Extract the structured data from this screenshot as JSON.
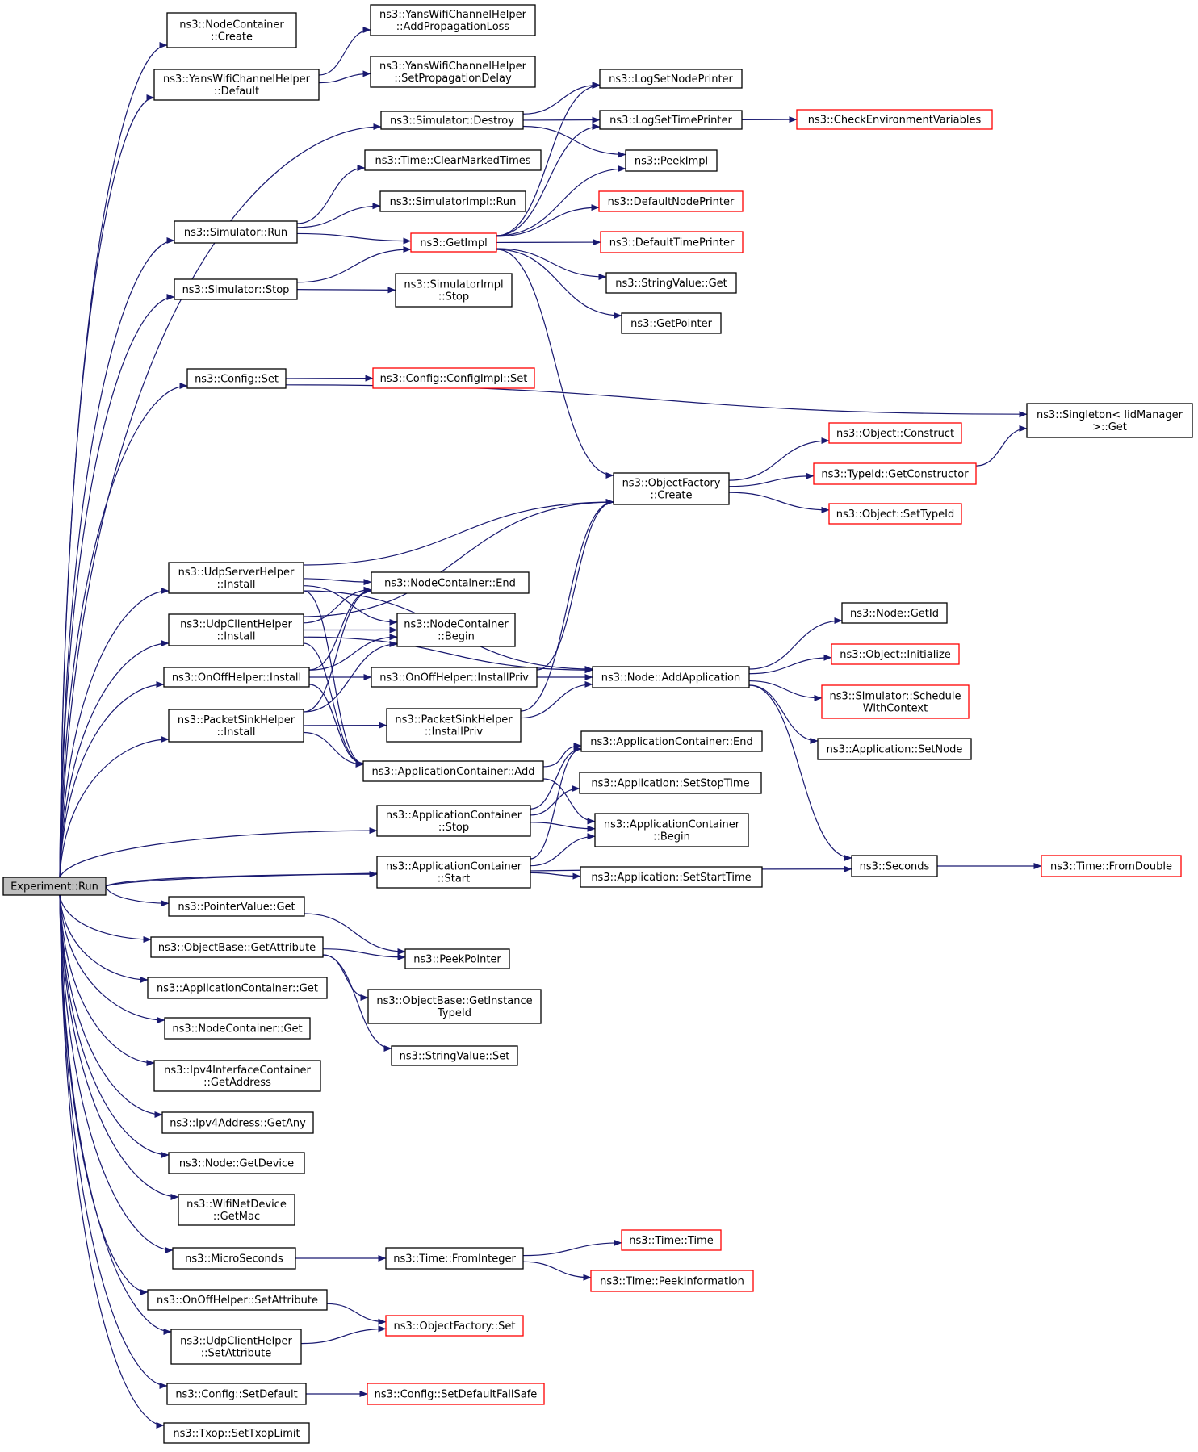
{
  "colors": {
    "edge": "#191970",
    "node_border": "#000000",
    "truncated_border": "#ff0000",
    "root_fill": "#bfbfbf",
    "node_fill": "#ffffff"
  },
  "nodes": [
    {
      "id": "root",
      "lines": [
        "Experiment::Run"
      ],
      "style": "root"
    },
    {
      "id": "nc_create",
      "lines": [
        "ns3::NodeContainer",
        "::Create"
      ],
      "style": "normal"
    },
    {
      "id": "ywch_default",
      "lines": [
        "ns3::YansWifiChannelHelper",
        "::Default"
      ],
      "style": "normal"
    },
    {
      "id": "ywch_addprop",
      "lines": [
        "ns3::YansWifiChannelHelper",
        "::AddPropagationLoss"
      ],
      "style": "normal"
    },
    {
      "id": "ywch_setprop",
      "lines": [
        "ns3::YansWifiChannelHelper",
        "::SetPropagationDelay"
      ],
      "style": "normal"
    },
    {
      "id": "sim_destroy",
      "lines": [
        "ns3::Simulator::Destroy"
      ],
      "style": "normal"
    },
    {
      "id": "logsetnodeprinter",
      "lines": [
        "ns3::LogSetNodePrinter"
      ],
      "style": "normal"
    },
    {
      "id": "logsettimeprinter",
      "lines": [
        "ns3::LogSetTimePrinter"
      ],
      "style": "normal"
    },
    {
      "id": "checkenv",
      "lines": [
        "ns3::CheckEnvironmentVariables"
      ],
      "style": "trunc"
    },
    {
      "id": "peekimpl",
      "lines": [
        "ns3::PeekImpl"
      ],
      "style": "normal"
    },
    {
      "id": "time_clearmarked",
      "lines": [
        "ns3::Time::ClearMarkedTimes"
      ],
      "style": "normal"
    },
    {
      "id": "simimpl_run",
      "lines": [
        "ns3::SimulatorImpl::Run"
      ],
      "style": "normal"
    },
    {
      "id": "sim_run",
      "lines": [
        "ns3::Simulator::Run"
      ],
      "style": "normal"
    },
    {
      "id": "getimpl",
      "lines": [
        "ns3::GetImpl"
      ],
      "style": "trunc"
    },
    {
      "id": "defaultnodeprinter",
      "lines": [
        "ns3::DefaultNodePrinter"
      ],
      "style": "trunc"
    },
    {
      "id": "defaulttimeprinter",
      "lines": [
        "ns3::DefaultTimePrinter"
      ],
      "style": "trunc"
    },
    {
      "id": "stringvalue_get",
      "lines": [
        "ns3::StringValue::Get"
      ],
      "style": "normal"
    },
    {
      "id": "getpointer",
      "lines": [
        "ns3::GetPointer"
      ],
      "style": "normal"
    },
    {
      "id": "sim_stop",
      "lines": [
        "ns3::Simulator::Stop"
      ],
      "style": "normal"
    },
    {
      "id": "simimpl_stop",
      "lines": [
        "ns3::SimulatorImpl",
        "::Stop"
      ],
      "style": "normal"
    },
    {
      "id": "config_set",
      "lines": [
        "ns3::Config::Set"
      ],
      "style": "normal"
    },
    {
      "id": "configimpl_set",
      "lines": [
        "ns3::Config::ConfigImpl::Set"
      ],
      "style": "trunc"
    },
    {
      "id": "singleton_get",
      "lines": [
        "ns3::Singleton< IidManager",
        " >::Get"
      ],
      "style": "normal"
    },
    {
      "id": "object_construct",
      "lines": [
        "ns3::Object::Construct"
      ],
      "style": "trunc"
    },
    {
      "id": "objfactory_create",
      "lines": [
        "ns3::ObjectFactory",
        "::Create"
      ],
      "style": "normal"
    },
    {
      "id": "typeid_getconstructor",
      "lines": [
        "ns3::TypeId::GetConstructor"
      ],
      "style": "trunc"
    },
    {
      "id": "object_settypeid",
      "lines": [
        "ns3::Object::SetTypeId"
      ],
      "style": "trunc"
    },
    {
      "id": "udpserver_install",
      "lines": [
        "ns3::UdpServerHelper",
        "::Install"
      ],
      "style": "normal"
    },
    {
      "id": "nc_end",
      "lines": [
        "ns3::NodeContainer::End"
      ],
      "style": "normal"
    },
    {
      "id": "udpclient_install",
      "lines": [
        "ns3::UdpClientHelper",
        "::Install"
      ],
      "style": "normal"
    },
    {
      "id": "nc_begin",
      "lines": [
        "ns3::NodeContainer",
        "::Begin"
      ],
      "style": "normal"
    },
    {
      "id": "node_getid",
      "lines": [
        "ns3::Node::GetId"
      ],
      "style": "normal"
    },
    {
      "id": "object_initialize",
      "lines": [
        "ns3::Object::Initialize"
      ],
      "style": "trunc"
    },
    {
      "id": "onoff_install",
      "lines": [
        "ns3::OnOffHelper::Install"
      ],
      "style": "normal"
    },
    {
      "id": "onoff_installpriv",
      "lines": [
        "ns3::OnOffHelper::InstallPriv"
      ],
      "style": "normal"
    },
    {
      "id": "node_addapp",
      "lines": [
        "ns3::Node::AddApplication"
      ],
      "style": "normal"
    },
    {
      "id": "sim_schedulewithctx",
      "lines": [
        "ns3::Simulator::Schedule",
        "WithContext"
      ],
      "style": "trunc"
    },
    {
      "id": "packetsink_install",
      "lines": [
        "ns3::PacketSinkHelper",
        "::Install"
      ],
      "style": "normal"
    },
    {
      "id": "packetsink_installpriv",
      "lines": [
        "ns3::PacketSinkHelper",
        "::InstallPriv"
      ],
      "style": "normal"
    },
    {
      "id": "app_setnode",
      "lines": [
        "ns3::Application::SetNode"
      ],
      "style": "normal"
    },
    {
      "id": "appcont_end",
      "lines": [
        "ns3::ApplicationContainer::End"
      ],
      "style": "normal"
    },
    {
      "id": "appcont_add",
      "lines": [
        "ns3::ApplicationContainer::Add"
      ],
      "style": "normal"
    },
    {
      "id": "app_setstoptime",
      "lines": [
        "ns3::Application::SetStopTime"
      ],
      "style": "normal"
    },
    {
      "id": "appcont_stop",
      "lines": [
        "ns3::ApplicationContainer",
        "::Stop"
      ],
      "style": "normal"
    },
    {
      "id": "appcont_begin",
      "lines": [
        "ns3::ApplicationContainer",
        "::Begin"
      ],
      "style": "normal"
    },
    {
      "id": "appcont_start",
      "lines": [
        "ns3::ApplicationContainer",
        "::Start"
      ],
      "style": "normal"
    },
    {
      "id": "seconds",
      "lines": [
        "ns3::Seconds"
      ],
      "style": "normal"
    },
    {
      "id": "time_fromdouble",
      "lines": [
        "ns3::Time::FromDouble"
      ],
      "style": "trunc"
    },
    {
      "id": "app_setstarttime",
      "lines": [
        "ns3::Application::SetStartTime"
      ],
      "style": "normal"
    },
    {
      "id": "pointervalue_get",
      "lines": [
        "ns3::PointerValue::Get"
      ],
      "style": "normal"
    },
    {
      "id": "objbase_getattr",
      "lines": [
        "ns3::ObjectBase::GetAttribute"
      ],
      "style": "normal"
    },
    {
      "id": "peekpointer",
      "lines": [
        "ns3::PeekPointer"
      ],
      "style": "normal"
    },
    {
      "id": "appcont_get",
      "lines": [
        "ns3::ApplicationContainer::Get"
      ],
      "style": "normal"
    },
    {
      "id": "objbase_getinstancetypeid",
      "lines": [
        "ns3::ObjectBase::GetInstance",
        "TypeId"
      ],
      "style": "normal"
    },
    {
      "id": "nc_get",
      "lines": [
        "ns3::NodeContainer::Get"
      ],
      "style": "normal"
    },
    {
      "id": "stringvalue_set",
      "lines": [
        "ns3::StringValue::Set"
      ],
      "style": "normal"
    },
    {
      "id": "ipv4ic_getaddress",
      "lines": [
        "ns3::Ipv4InterfaceContainer",
        "::GetAddress"
      ],
      "style": "normal"
    },
    {
      "id": "ipv4addr_getany",
      "lines": [
        "ns3::Ipv4Address::GetAny"
      ],
      "style": "normal"
    },
    {
      "id": "node_getdevice",
      "lines": [
        "ns3::Node::GetDevice"
      ],
      "style": "normal"
    },
    {
      "id": "wifinetdev_getmac",
      "lines": [
        "ns3::WifiNetDevice",
        "::GetMac"
      ],
      "style": "normal"
    },
    {
      "id": "time_time",
      "lines": [
        "ns3::Time::Time"
      ],
      "style": "trunc"
    },
    {
      "id": "microseconds",
      "lines": [
        "ns3::MicroSeconds"
      ],
      "style": "normal"
    },
    {
      "id": "time_frominteger",
      "lines": [
        "ns3::Time::FromInteger"
      ],
      "style": "normal"
    },
    {
      "id": "time_peekinfo",
      "lines": [
        "ns3::Time::PeekInformation"
      ],
      "style": "trunc"
    },
    {
      "id": "onoff_setattr",
      "lines": [
        "ns3::OnOffHelper::SetAttribute"
      ],
      "style": "normal"
    },
    {
      "id": "objfactory_set",
      "lines": [
        "ns3::ObjectFactory::Set"
      ],
      "style": "trunc"
    },
    {
      "id": "udpclient_setattr",
      "lines": [
        "ns3::UdpClientHelper",
        "::SetAttribute"
      ],
      "style": "normal"
    },
    {
      "id": "config_setdefault",
      "lines": [
        "ns3::Config::SetDefault"
      ],
      "style": "normal"
    },
    {
      "id": "config_setdefaultfailsafe",
      "lines": [
        "ns3::Config::SetDefaultFailSafe"
      ],
      "style": "trunc"
    },
    {
      "id": "txop_settxoplimit",
      "lines": [
        "ns3::Txop::SetTxopLimit"
      ],
      "style": "normal"
    }
  ],
  "edges": [
    [
      "root",
      "nc_create"
    ],
    [
      "root",
      "ywch_default"
    ],
    [
      "root",
      "sim_destroy"
    ],
    [
      "root",
      "sim_run"
    ],
    [
      "root",
      "sim_stop"
    ],
    [
      "root",
      "config_set"
    ],
    [
      "root",
      "udpserver_install"
    ],
    [
      "root",
      "udpclient_install"
    ],
    [
      "root",
      "onoff_install"
    ],
    [
      "root",
      "packetsink_install"
    ],
    [
      "root",
      "appcont_stop"
    ],
    [
      "root",
      "appcont_start"
    ],
    [
      "root",
      "seconds"
    ],
    [
      "root",
      "pointervalue_get"
    ],
    [
      "root",
      "objbase_getattr"
    ],
    [
      "root",
      "appcont_get"
    ],
    [
      "root",
      "nc_get"
    ],
    [
      "root",
      "ipv4ic_getaddress"
    ],
    [
      "root",
      "ipv4addr_getany"
    ],
    [
      "root",
      "node_getdevice"
    ],
    [
      "root",
      "wifinetdev_getmac"
    ],
    [
      "root",
      "microseconds"
    ],
    [
      "root",
      "onoff_setattr"
    ],
    [
      "root",
      "udpclient_setattr"
    ],
    [
      "root",
      "config_setdefault"
    ],
    [
      "root",
      "txop_settxoplimit"
    ],
    [
      "ywch_default",
      "ywch_addprop"
    ],
    [
      "ywch_default",
      "ywch_setprop"
    ],
    [
      "sim_destroy",
      "logsetnodeprinter"
    ],
    [
      "sim_destroy",
      "logsettimeprinter"
    ],
    [
      "sim_destroy",
      "peekimpl"
    ],
    [
      "logsettimeprinter",
      "checkenv"
    ],
    [
      "sim_run",
      "time_clearmarked"
    ],
    [
      "sim_run",
      "simimpl_run"
    ],
    [
      "sim_run",
      "getimpl"
    ],
    [
      "getimpl",
      "logsetnodeprinter"
    ],
    [
      "getimpl",
      "logsettimeprinter"
    ],
    [
      "getimpl",
      "peekimpl"
    ],
    [
      "getimpl",
      "defaultnodeprinter"
    ],
    [
      "getimpl",
      "defaulttimeprinter"
    ],
    [
      "getimpl",
      "stringvalue_get"
    ],
    [
      "getimpl",
      "getpointer"
    ],
    [
      "getimpl",
      "objfactory_create"
    ],
    [
      "sim_stop",
      "getimpl"
    ],
    [
      "sim_stop",
      "simimpl_stop"
    ],
    [
      "config_set",
      "configimpl_set"
    ],
    [
      "config_set",
      "singleton_get"
    ],
    [
      "objfactory_create",
      "object_construct"
    ],
    [
      "objfactory_create",
      "typeid_getconstructor"
    ],
    [
      "objfactory_create",
      "object_settypeid"
    ],
    [
      "typeid_getconstructor",
      "singleton_get"
    ],
    [
      "udpserver_install",
      "objfactory_create"
    ],
    [
      "udpserver_install",
      "node_addapp"
    ],
    [
      "udpserver_install",
      "nc_end"
    ],
    [
      "udpserver_install",
      "nc_begin"
    ],
    [
      "udpserver_install",
      "appcont_add"
    ],
    [
      "udpclient_install",
      "objfactory_create"
    ],
    [
      "udpclient_install",
      "node_addapp"
    ],
    [
      "udpclient_install",
      "nc_end"
    ],
    [
      "udpclient_install",
      "nc_begin"
    ],
    [
      "udpclient_install",
      "appcont_add"
    ],
    [
      "onoff_install",
      "onoff_installpriv"
    ],
    [
      "onoff_install",
      "nc_end"
    ],
    [
      "onoff_install",
      "nc_begin"
    ],
    [
      "onoff_install",
      "appcont_add"
    ],
    [
      "onoff_installpriv",
      "objfactory_create"
    ],
    [
      "onoff_installpriv",
      "node_addapp"
    ],
    [
      "packetsink_install",
      "packetsink_installpriv"
    ],
    [
      "packetsink_install",
      "nc_end"
    ],
    [
      "packetsink_install",
      "nc_begin"
    ],
    [
      "packetsink_install",
      "appcont_add"
    ],
    [
      "packetsink_installpriv",
      "objfactory_create"
    ],
    [
      "packetsink_installpriv",
      "node_addapp"
    ],
    [
      "node_addapp",
      "node_getid"
    ],
    [
      "node_addapp",
      "object_initialize"
    ],
    [
      "node_addapp",
      "sim_schedulewithctx"
    ],
    [
      "node_addapp",
      "app_setnode"
    ],
    [
      "node_addapp",
      "seconds"
    ],
    [
      "appcont_add",
      "appcont_end"
    ],
    [
      "appcont_add",
      "appcont_begin"
    ],
    [
      "appcont_stop",
      "appcont_end"
    ],
    [
      "appcont_stop",
      "app_setstoptime"
    ],
    [
      "appcont_stop",
      "appcont_begin"
    ],
    [
      "appcont_start",
      "appcont_end"
    ],
    [
      "appcont_start",
      "appcont_begin"
    ],
    [
      "appcont_start",
      "app_setstarttime"
    ],
    [
      "seconds",
      "time_fromdouble"
    ],
    [
      "pointervalue_get",
      "peekpointer"
    ],
    [
      "objbase_getattr",
      "peekpointer"
    ],
    [
      "objbase_getattr",
      "objbase_getinstancetypeid"
    ],
    [
      "objbase_getattr",
      "stringvalue_set"
    ],
    [
      "microseconds",
      "time_frominteger"
    ],
    [
      "time_frominteger",
      "time_time"
    ],
    [
      "time_frominteger",
      "time_peekinfo"
    ],
    [
      "onoff_setattr",
      "objfactory_set"
    ],
    [
      "udpclient_setattr",
      "objfactory_set"
    ],
    [
      "config_setdefault",
      "config_setdefaultfailsafe"
    ]
  ]
}
